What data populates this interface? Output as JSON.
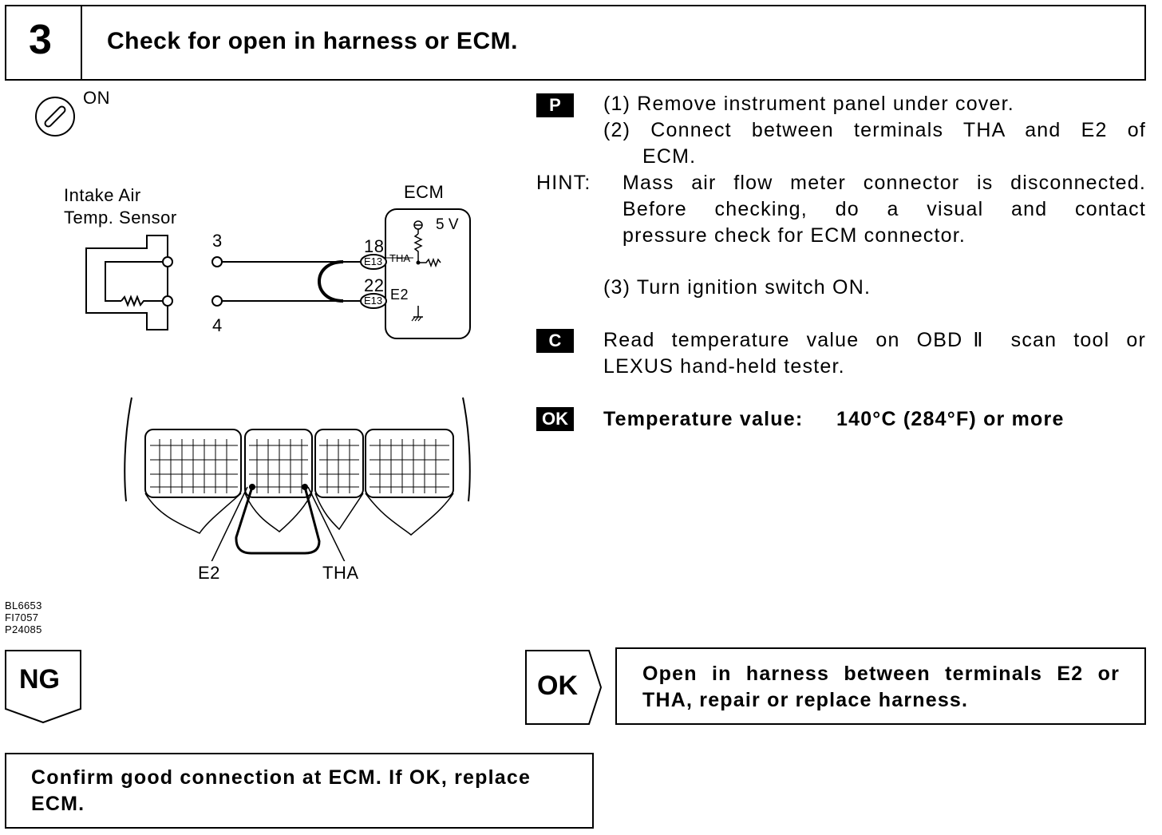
{
  "header": {
    "step_number": "3",
    "title": "Check for open in harness or ECM."
  },
  "ignition": {
    "label": "ON"
  },
  "diagram": {
    "sensor_label_line1": "Intake Air",
    "sensor_label_line2": "Temp. Sensor",
    "ecm_label": "ECM",
    "voltage_label": "5 V",
    "pin_3": "3",
    "pin_4": "4",
    "terminal_18": "18",
    "terminal_22": "22",
    "connector_e13_a": "E13",
    "connector_e13_b": "E13",
    "tha_label": "THA",
    "e2_label": "E2",
    "connector_e2_label": "E2",
    "connector_tha_label": "THA"
  },
  "figure_codes": [
    "BL6653",
    "FI7057",
    "P24085"
  ],
  "instructions": {
    "p_badge": "P",
    "step1": "(1) Remove instrument panel under cover.",
    "step2_line1": "(2) Connect between terminals THA and E2 of",
    "step2_line2": "ECM.",
    "hint_label": "HINT:",
    "hint_line1": "Mass air flow meter connector is disconnected.",
    "hint_line2": "Before checking, do a visual and contact",
    "hint_line3": "pressure check for ECM connector.",
    "step3": "(3) Turn ignition switch ON.",
    "c_badge": "C",
    "check_line1": "Read temperature value on OBDⅡ scan tool or",
    "check_line2": "LEXUS hand-held tester.",
    "ok_badge": "OK",
    "ok_label": "Temperature value:",
    "ok_value": "140°C (284°F) or more"
  },
  "results": {
    "ng_label": "NG",
    "ok_label": "OK",
    "ok_result_line1": "Open in harness between terminals E2 or",
    "ok_result_line2": "THA, repair or replace harness.",
    "ng_result_line1": "Confirm good connection at ECM. If OK, replace",
    "ng_result_line2": "ECM."
  }
}
